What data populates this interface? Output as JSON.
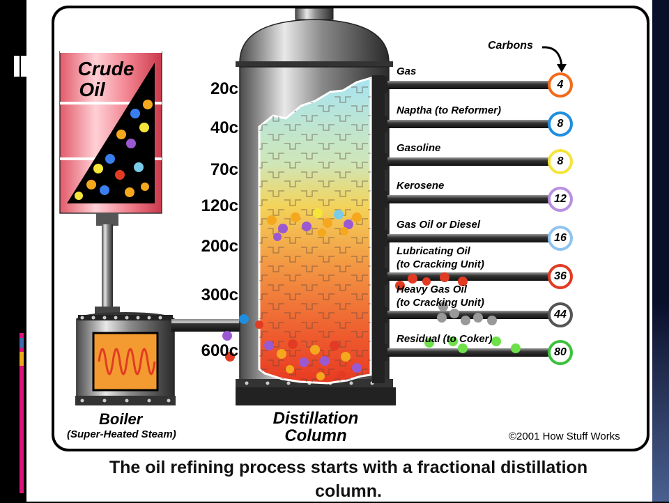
{
  "drum": {
    "line1": "Crude",
    "line2": "Oil"
  },
  "boiler": {
    "title": "Boiler",
    "subtitle": "(Super-Heated Steam)"
  },
  "column": {
    "line1": "Distillation",
    "line2": "Column"
  },
  "carbons_label": "Carbons",
  "temperatures": [
    "20c",
    "40c",
    "70c",
    "120c",
    "200c",
    "300c",
    "600c"
  ],
  "fractions": [
    {
      "name": "Gas",
      "carbons": "4",
      "color": "#f26b1d"
    },
    {
      "name": "Naptha (to Reformer)",
      "carbons": "8",
      "color": "#1e8fe0"
    },
    {
      "name": "Gasoline",
      "carbons": "8",
      "color": "#f5e53a"
    },
    {
      "name": "Kerosene",
      "carbons": "12",
      "color": "#b98fe0"
    },
    {
      "name": "Gas Oil or Diesel",
      "carbons": "16",
      "color": "#8fc3f0"
    },
    {
      "name": "Lubricating Oil",
      "name2": "(to Cracking Unit)",
      "carbons": "36",
      "color": "#e23b23"
    },
    {
      "name": "Heavy Gas Oil",
      "name2": "(to Cracking Unit)",
      "carbons": "44",
      "color": "#555555"
    },
    {
      "name": "Residual (to Coker)",
      "carbons": "80",
      "color": "#3cc13c"
    }
  ],
  "copyright": "©2001 How Stuff Works",
  "caption": {
    "line1": "The oil refining process starts with a fractional distillation",
    "line2": "column."
  }
}
